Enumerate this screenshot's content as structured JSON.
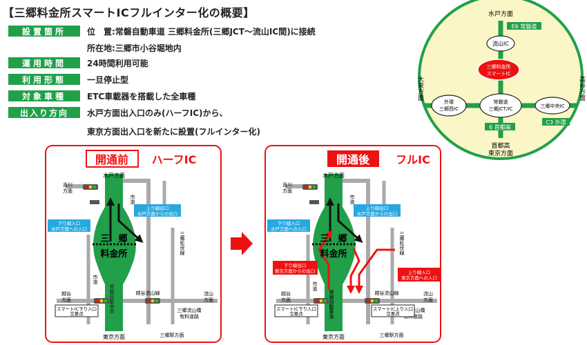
{
  "title": "【三郷料金所スマートICフルインター化の概要】",
  "info": [
    {
      "label": "設置箇所",
      "text": "位　置:常磐自動車道 三郷料金所(三郷JCT〜流山IC間)に接続"
    },
    {
      "label": "運用時間",
      "text": "24時間利用可能"
    },
    {
      "label": "利用形態",
      "text": "一旦停止型"
    },
    {
      "label": "対象車種",
      "text": "ETC車載器を搭載した全車種"
    },
    {
      "label": "出入り方向",
      "text": "水戸方面出入口のみ(ハーフIC)から、"
    }
  ],
  "info_cont": {
    "location_sub": "所在地:三郷市小谷堀地内",
    "direction_sub": "東京方面出入口を新たに設置(フルインター化)"
  },
  "map": {
    "north": "水戸方面",
    "south_line1": "首都高",
    "south_line2": "東京方面",
    "west": "大泉方面",
    "east": "高谷方面",
    "e6_joban": "E6 常磐道",
    "nagareyama_ic": "流山IC",
    "smart_ic_line1": "三郷料金所",
    "smart_ic_line2": "スマートIC",
    "gaikan_west_line1": "外環",
    "gaikan_west_line2": "三郷西IC",
    "jct_line1": "常磐道",
    "jct_line2": "三郷JCT/IC",
    "misato_chuo": "三郷中央IC",
    "r6_shutoko": "6 首都高",
    "c3_gaikan": "C3 外環"
  },
  "before": {
    "badge": "開通前",
    "type": "ハーフIC"
  },
  "after": {
    "badge": "開通後",
    "type": "フルIC"
  },
  "panel": {
    "mito": "水戸方面",
    "tokyo": "東京方面",
    "yoshikawa_1": "吉川",
    "yoshikawa_2": "方面",
    "koshigaya_1": "越谷",
    "koshigaya_2": "方面",
    "nagareyama_1": "流山",
    "nagareyama_2": "方面",
    "shido": "市道",
    "misato_line1": "三　郷",
    "misato_line2": "料金所",
    "joban_road": "常磐自動車道",
    "matsubushi": "三郷松伏線",
    "koshigaya_nagareyama": "越谷流山線",
    "misato_nagareyama_1": "三郷流山橋",
    "misato_nagareyama_2": "有料道路",
    "misato_station": "三郷駅方面",
    "down_entrance_1": "下り線入口",
    "down_entrance_2": "水戸方面への入口",
    "up_exit_1": "上り線出口",
    "up_exit_2": "水戸方面からの出口",
    "down_exit_1": "下り線出口",
    "down_exit_2": "東京方面からの出口",
    "up_entrance_1": "上り線入口",
    "up_entrance_2": "東京方面への入口",
    "smart_down_1": "スマートIC下り入口",
    "smart_down_2": "交差点",
    "smart_up_1": "スマートIC上り入口",
    "smart_up_2": "交差点"
  }
}
